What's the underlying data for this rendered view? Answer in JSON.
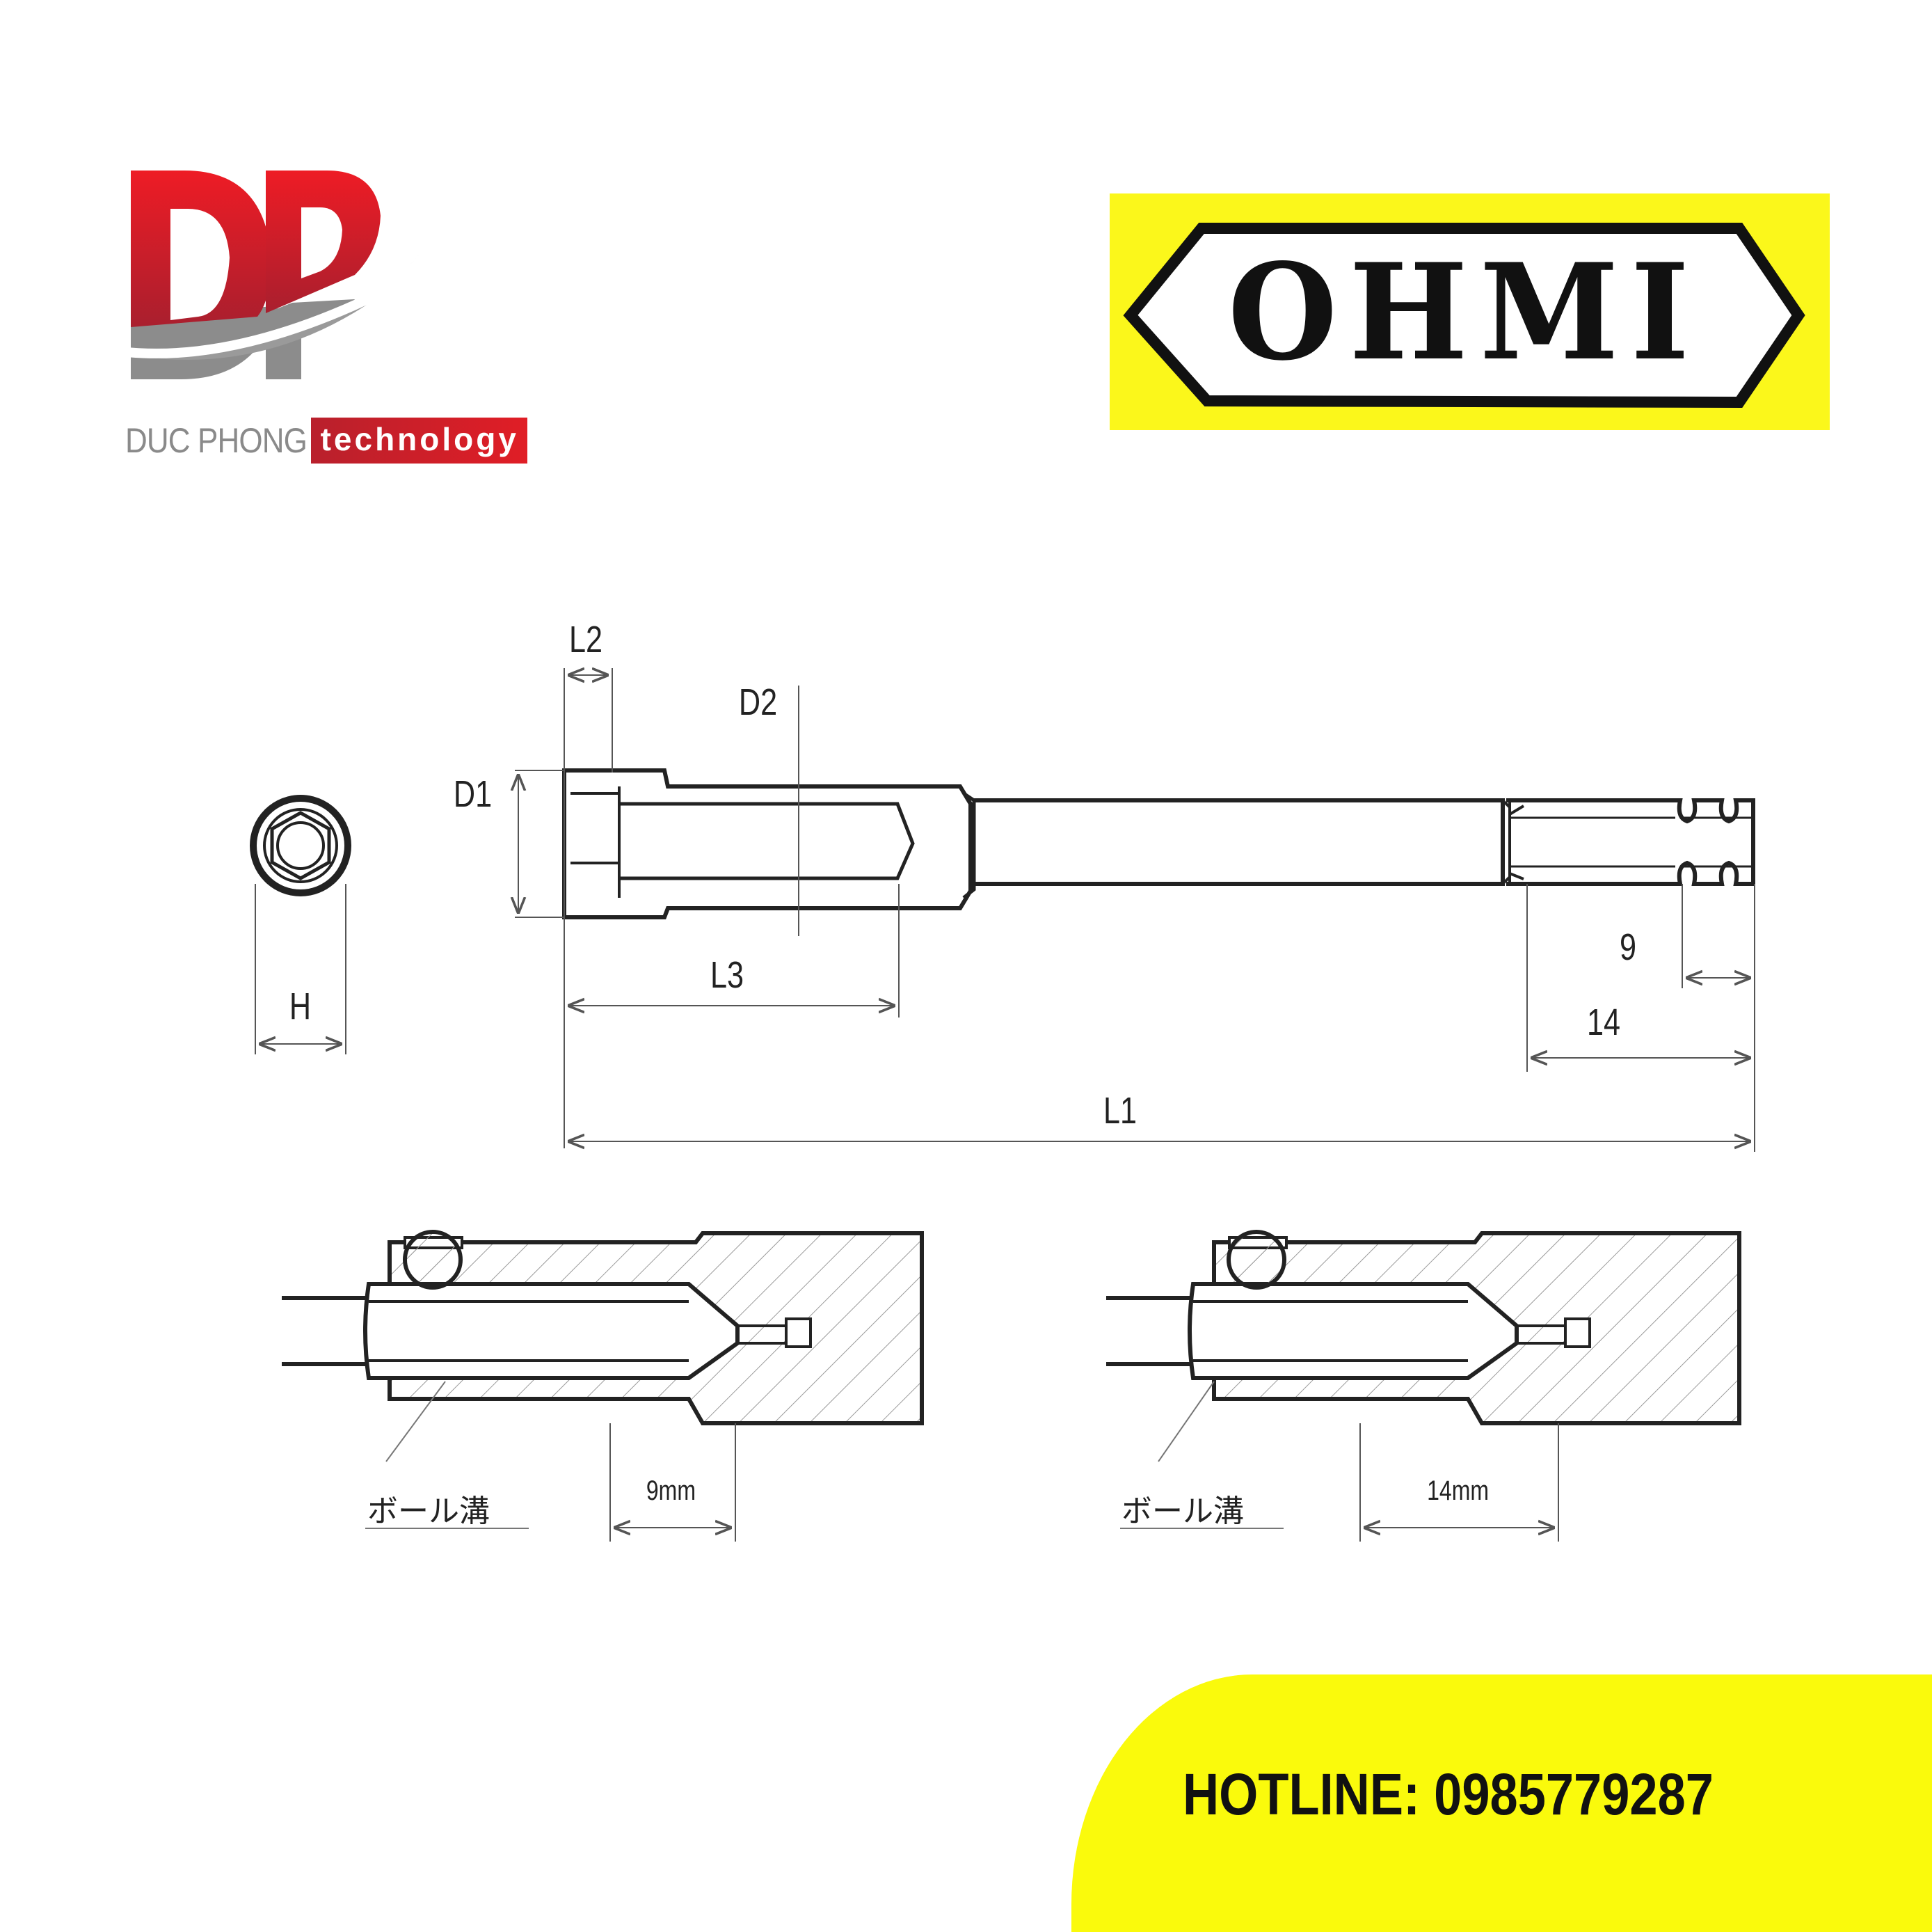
{
  "brand": {
    "logo_letters": "DP",
    "company_name": "DUC PHONG",
    "company_tag": "technology",
    "colors": {
      "red": "#e01e26",
      "dark_red": "#a51f2c",
      "gray": "#8c8c8c"
    }
  },
  "partner_logo": {
    "text": "OHMI",
    "background": "#fbf71b"
  },
  "drawing": {
    "end_view": {
      "dimension_label": "H"
    },
    "side_view": {
      "labels": {
        "l2": "L2",
        "d2": "D2",
        "d1": "D1",
        "l3": "L3",
        "l1": "L1",
        "dim_9": "9",
        "dim_14": "14"
      }
    },
    "section_views": [
      {
        "callout": "ボール溝",
        "dimension": "9mm"
      },
      {
        "callout": "ボール溝",
        "dimension": "14mm"
      }
    ]
  },
  "footer": {
    "hotline": "HOTLINE: 0985779287",
    "background": "#fafa0c"
  }
}
